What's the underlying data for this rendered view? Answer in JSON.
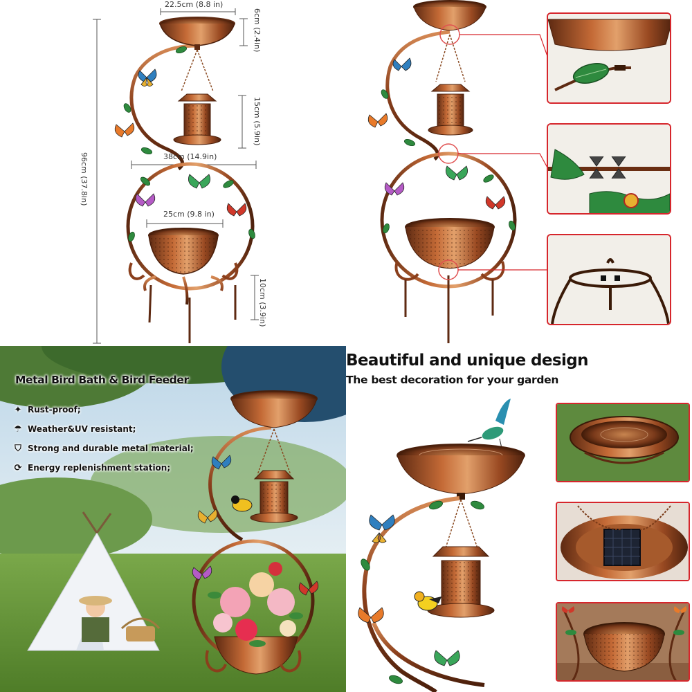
{
  "top_left": {
    "dims": {
      "bowl_width": "22.5cm  (8.8 in)",
      "bowl_depth": "6cm  (2.4in)",
      "feeder_height": "15cm  (5.9in)",
      "ring_width": "38cm  (14.9in)",
      "total_height": "96cm  (37.8in)",
      "basin_width": "25cm  (9.8 in)",
      "stake_length": "10cm  (3.9in)"
    }
  },
  "top_right": {
    "details": [
      "bowl-bracket-detail",
      "wing-nut-joint-detail",
      "base-ring-detail"
    ]
  },
  "bottom_left": {
    "title": "Metal Bird Bath & Bird Feeder",
    "features": [
      {
        "icon": "sparkle-icon",
        "label": "Rust-proof;"
      },
      {
        "icon": "umbrella-rain-icon",
        "label": "Weather&UV resistant;"
      },
      {
        "icon": "shield-check-icon",
        "label": "Strong and durable metal material;"
      },
      {
        "icon": "energy-cycle-icon",
        "label": "Energy replenishment station;"
      }
    ]
  },
  "bottom_right": {
    "headline": "Beautiful and unique design",
    "subline": "The best decoration for your garden"
  },
  "colors": {
    "copper": "#a9562b",
    "copper_dark": "#5e2a12",
    "copper_light": "#d89060",
    "leaf_green": "#2e8a3e",
    "accent_red": "#d6262c",
    "grass": "#6f9a3c",
    "sky": "#cfe3ef"
  }
}
